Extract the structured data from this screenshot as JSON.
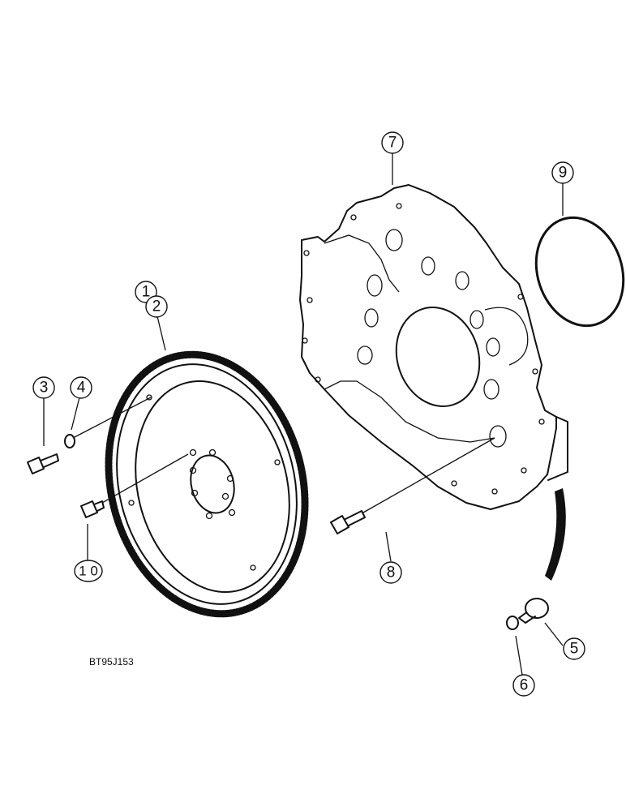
{
  "diagram": {
    "drawing_code": "BT95J153",
    "callouts": [
      {
        "id": "c1",
        "label": "1"
      },
      {
        "id": "c2",
        "label": "2"
      },
      {
        "id": "c3",
        "label": "3"
      },
      {
        "id": "c4",
        "label": "4"
      },
      {
        "id": "c5",
        "label": "5"
      },
      {
        "id": "c6",
        "label": "6"
      },
      {
        "id": "c7",
        "label": "7"
      },
      {
        "id": "c8",
        "label": "8"
      },
      {
        "id": "c9",
        "label": "9"
      },
      {
        "id": "c10",
        "label": "1 0"
      }
    ],
    "parts": [
      "flywheel",
      "ring-gear",
      "bolt",
      "washer",
      "plug",
      "o-ring",
      "flywheel-housing",
      "housing-bolt",
      "seal-ring",
      "flywheel-bolt"
    ]
  }
}
